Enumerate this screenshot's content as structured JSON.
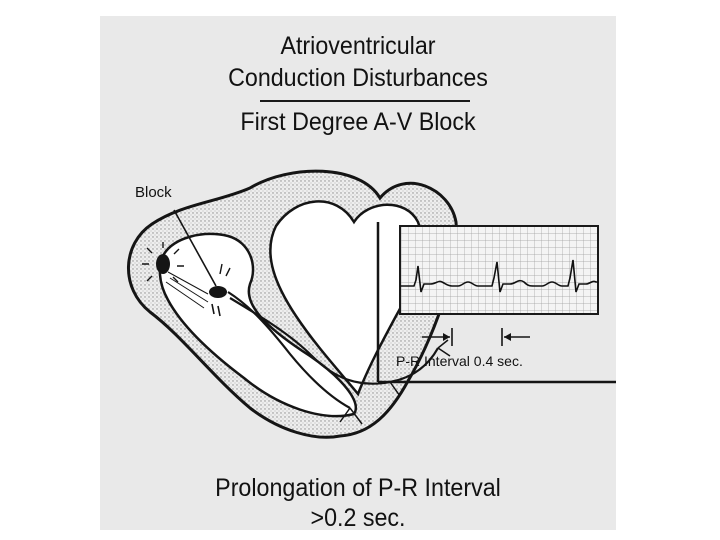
{
  "header": {
    "title_line1": "Atrioventricular",
    "title_line2": "Conduction Disturbances",
    "subtitle": "First Degree A-V Block"
  },
  "diagram": {
    "block_label": "Block",
    "pr_interval_label": "P-R Interval 0.4 sec."
  },
  "footer": {
    "line1": "Prolongation of P-R Interval",
    "line2": ">0.2 sec."
  },
  "colors": {
    "page": "#e9e9e9",
    "ink": "#121212",
    "stipple": "#9a9a9a"
  }
}
